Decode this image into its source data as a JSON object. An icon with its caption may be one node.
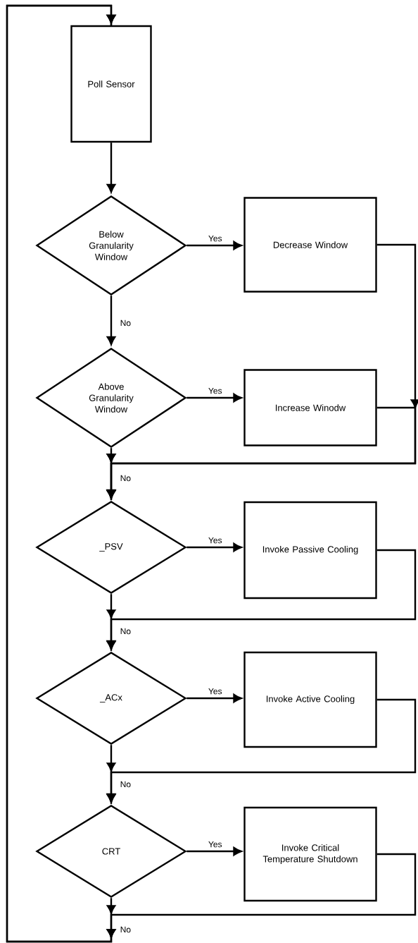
{
  "diagram": {
    "nodes": [
      {
        "text": [
          "Poll Sensor"
        ]
      },
      {
        "text": [
          "Below Granularity Window"
        ]
      },
      {
        "text": [
          "Decrease Window"
        ]
      },
      {
        "text": [
          "Above Granularity Window"
        ]
      },
      {
        "text": [
          "Increase Winodw"
        ]
      },
      {
        "text": [
          "_PSV"
        ]
      },
      {
        "text": [
          "Invoke Passive Cooling"
        ]
      },
      {
        "text": [
          "_ACx"
        ]
      },
      {
        "text": [
          "Invoke Active Cooling"
        ]
      },
      {
        "text": [
          "CRT"
        ]
      },
      {
        "text": [
          "Invoke Critical Temperature Shutdown"
        ]
      }
    ],
    "edges": [
      {
        "from": 0,
        "to": 1,
        "arrow": "to"
      },
      {
        "from": 1,
        "to": 2,
        "arrow": "to",
        "label": "Yes"
      },
      {
        "from": 1,
        "to": 3,
        "arrow": "to",
        "label": "No"
      },
      {
        "from": 3,
        "to": 4,
        "arrow": "to",
        "label": "Yes"
      },
      {
        "from": 2,
        "to": 5,
        "arrow": "to"
      },
      {
        "from": 4,
        "to": 5,
        "arrow": "to"
      },
      {
        "from": 3,
        "to": 5,
        "arrow": "to",
        "label": "No"
      },
      {
        "from": 5,
        "to": 6,
        "arrow": "to",
        "label": "Yes"
      },
      {
        "from": 6,
        "to": 7,
        "arrow": "to"
      },
      {
        "from": 5,
        "to": 7,
        "arrow": "to",
        "label": "No"
      },
      {
        "from": 7,
        "to": 8,
        "arrow": "to",
        "label": "Yes"
      },
      {
        "from": 8,
        "to": 9,
        "arrow": "to"
      },
      {
        "from": 7,
        "to": 9,
        "arrow": "to",
        "label": "No"
      },
      {
        "from": 9,
        "to": 10,
        "arrow": "to",
        "label": "Yes"
      },
      {
        "from": 10,
        "to": 0,
        "arrow": "to"
      },
      {
        "from": 9,
        "to": 0,
        "arrow": "to",
        "label": "No"
      }
    ]
  }
}
